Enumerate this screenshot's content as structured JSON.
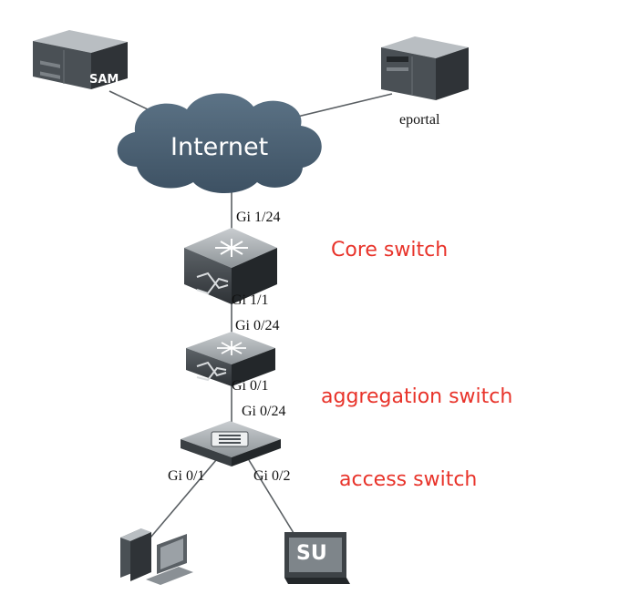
{
  "nodes": {
    "sam_server": {
      "label": "SAM"
    },
    "eportal_server": {
      "label": "eportal"
    },
    "internet": {
      "label": "Internet"
    },
    "core_switch": {
      "label": "Core switch"
    },
    "aggregation_switch": {
      "label": "aggregation switch"
    },
    "access_switch": {
      "label": "access switch"
    },
    "pc": {
      "label": ""
    },
    "su_terminal": {
      "label": "SU"
    }
  },
  "ports": {
    "core_uplink": "Gi 1/24",
    "core_downlink": "Gi 1/1",
    "agg_uplink": "Gi 0/24",
    "agg_downlink": "Gi 0/1",
    "access_uplink": "Gi 0/24",
    "access_port_pc": "Gi 0/1",
    "access_port_su": "Gi 0/2"
  },
  "links": [
    {
      "from": "sam_server",
      "to": "internet"
    },
    {
      "from": "eportal_server",
      "to": "internet"
    },
    {
      "from": "internet",
      "to": "core_switch"
    },
    {
      "from": "core_switch",
      "to": "aggregation_switch"
    },
    {
      "from": "aggregation_switch",
      "to": "access_switch"
    },
    {
      "from": "access_switch",
      "to": "pc"
    },
    {
      "from": "access_switch",
      "to": "su_terminal"
    }
  ],
  "colors": {
    "role_label": "#e8332a",
    "cloud": "#4a6072",
    "device_dark": "#3f4448",
    "device_mid": "#6a7075",
    "device_light": "#a9aeb2",
    "link": "#5a5f63"
  }
}
